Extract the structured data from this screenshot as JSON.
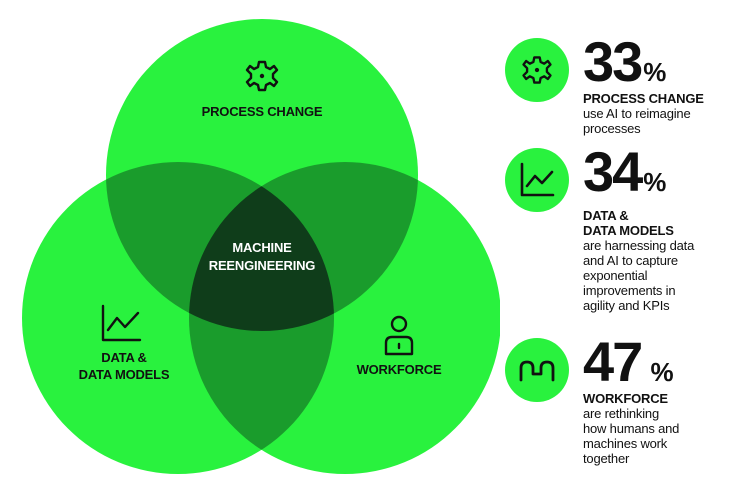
{
  "colors": {
    "bright_green": "#29f23e",
    "overlap_green": "#1a9c2c",
    "center_dark": "#0f3d1a",
    "ink": "#111111",
    "white": "#ffffff"
  },
  "venn": {
    "top_circle": {
      "label": "PROCESS CHANGE",
      "icon": "gear-icon"
    },
    "left_circle": {
      "label_line1": "DATA &",
      "label_line2": "DATA MODELS",
      "icon": "line-chart-icon"
    },
    "right_circle": {
      "label": "WORKFORCE",
      "icon": "person-icon"
    },
    "center": {
      "label_line1": "MACHINE",
      "label_line2": "REENGINEERING"
    }
  },
  "stats": [
    {
      "value": "33",
      "unit": "%",
      "icon": "gear-icon",
      "title": "PROCESS CHANGE",
      "desc_lines": [
        "use AI to reimagine",
        "processes"
      ]
    },
    {
      "value": "34",
      "unit": "%",
      "icon": "line-chart-icon",
      "title_lines": [
        "DATA &",
        "DATA MODELS"
      ],
      "desc_lines": [
        "are harnessing data",
        "and AI to capture",
        "exponential",
        "improvements in",
        "agility and KPIs"
      ]
    },
    {
      "value": "47",
      "unit": " %",
      "icon": "wave-icon",
      "title": "WORKFORCE",
      "desc_lines": [
        "are rethinking",
        "how humans and",
        "machines work",
        "together"
      ]
    }
  ]
}
